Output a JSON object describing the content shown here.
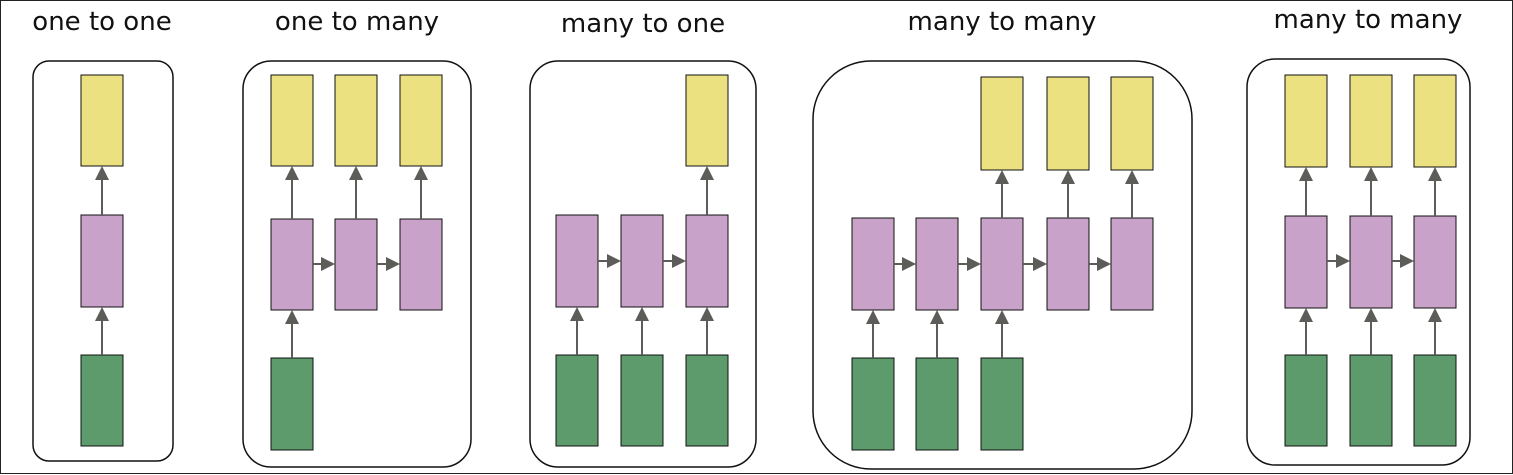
{
  "colors": {
    "output": "#ece181",
    "hidden": "#c8a2c8",
    "input": "#5d9a6c",
    "arrow": "#5c5c58",
    "outline": "#111111"
  },
  "panels": [
    {
      "title": "one to one",
      "key": "one_to_one"
    },
    {
      "title": "one to many",
      "key": "one_to_many"
    },
    {
      "title": "many to one",
      "key": "many_to_one"
    },
    {
      "title": "many to many",
      "key": "many_to_many_delayed"
    },
    {
      "title": "many to many",
      "key": "many_to_many_synced"
    }
  ]
}
